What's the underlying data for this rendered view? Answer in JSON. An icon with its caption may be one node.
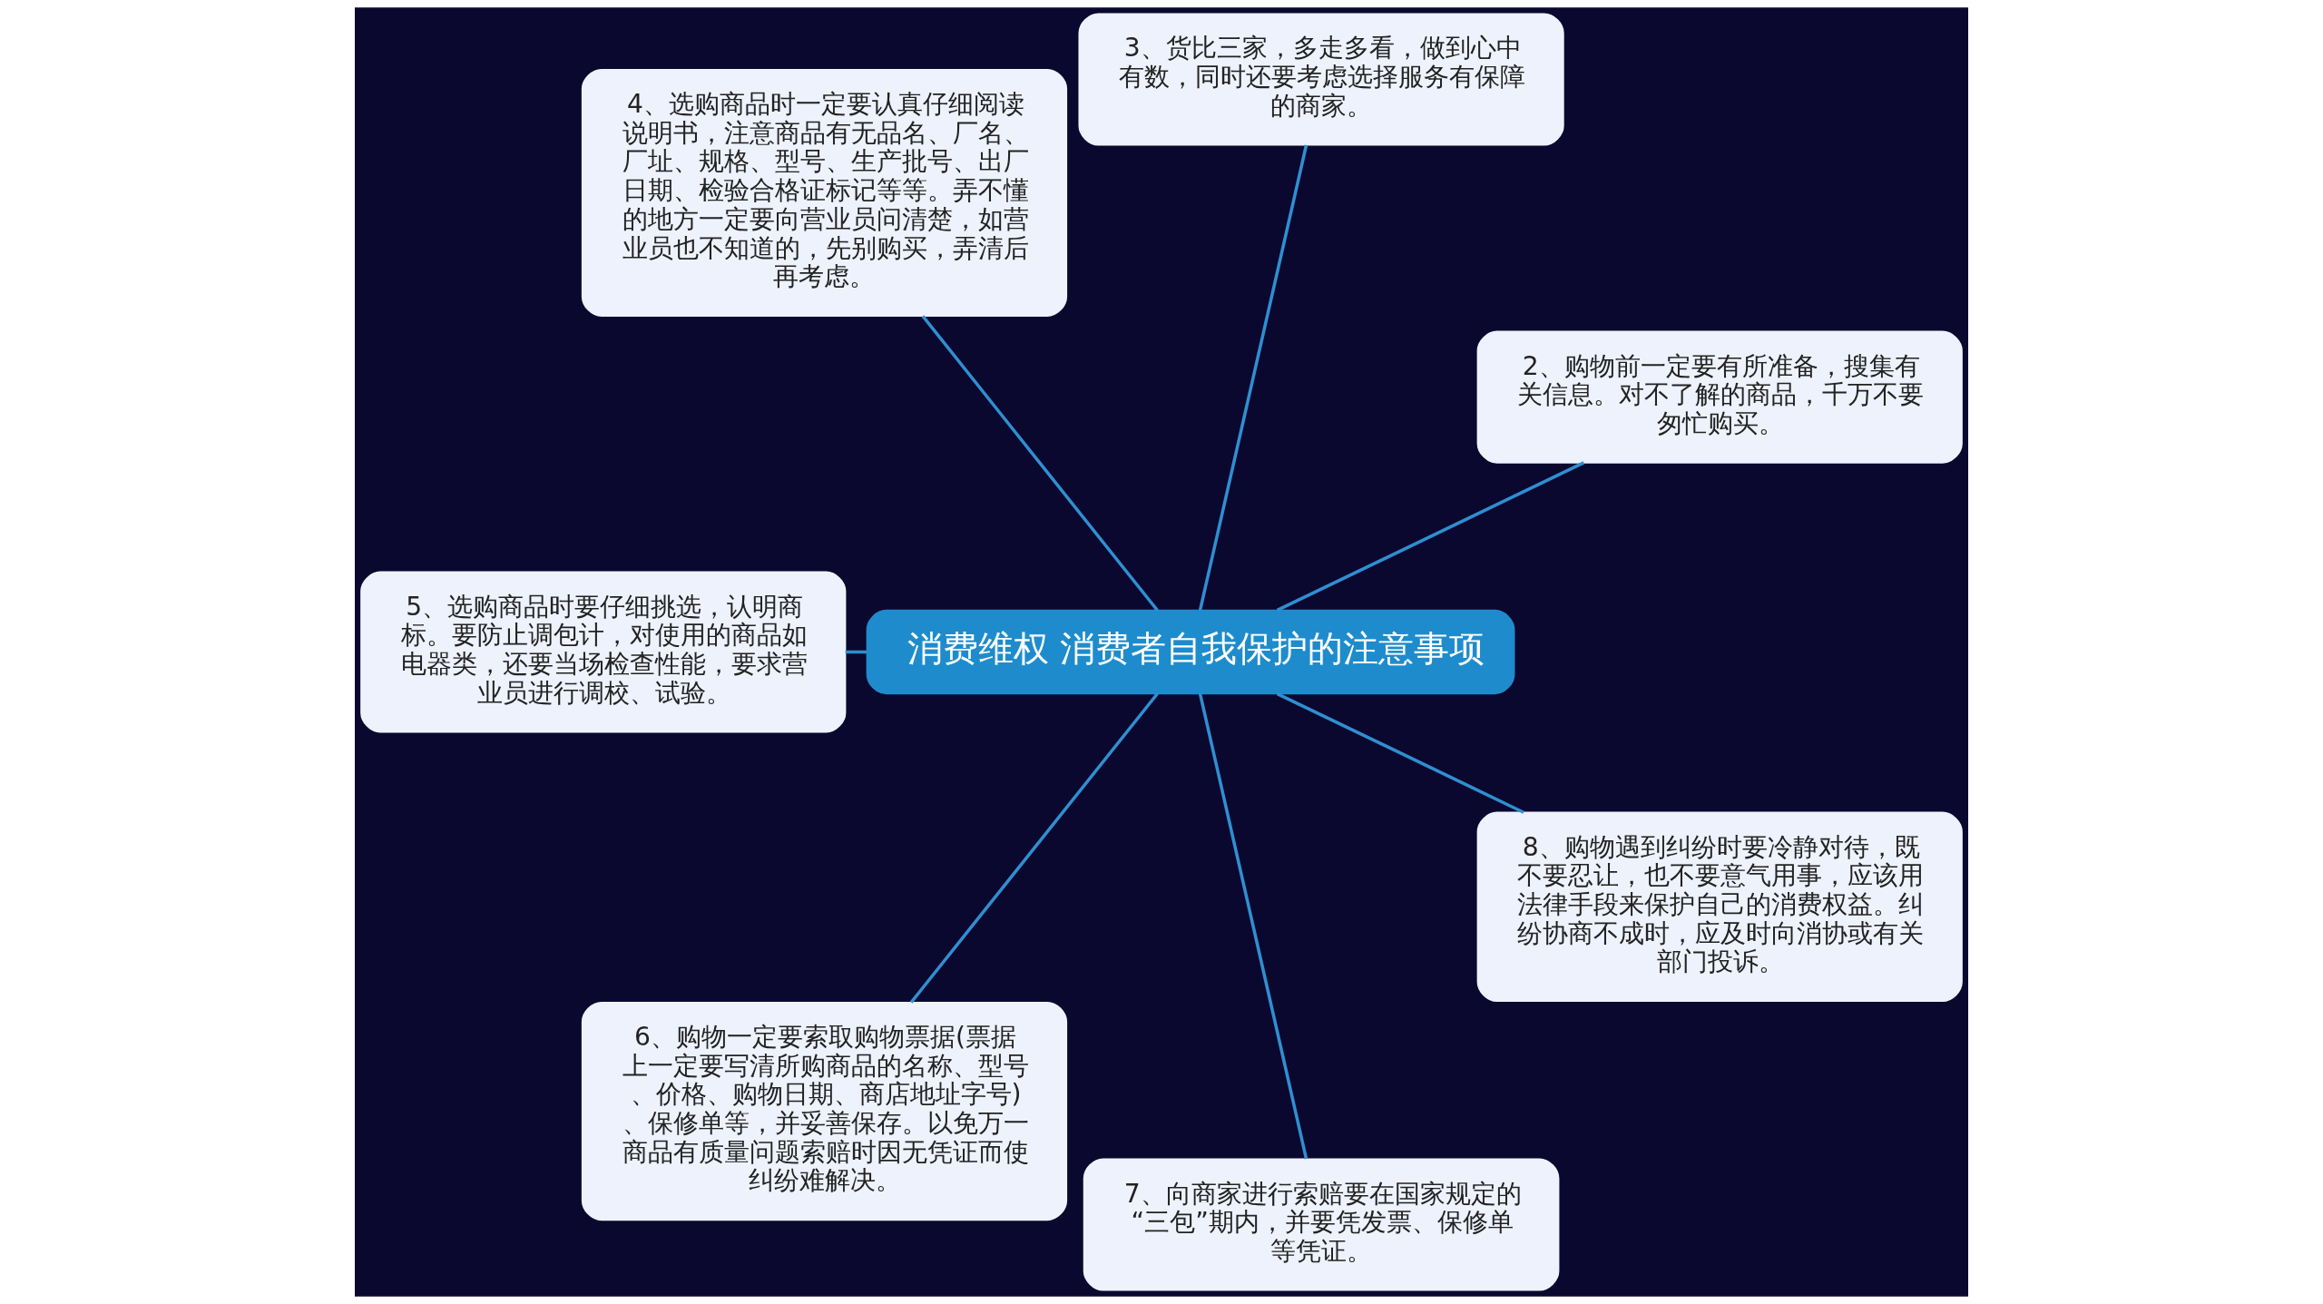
{
  "diagram": {
    "nodes": [
      {
        "text": [
          "消费维权 消费者自我保护的注意事项"
        ]
      },
      {
        "text": [
          "2、购物前一定要有所准备，搜集有关信息。对不了解的商品，千万不要匆忙购买。"
        ]
      },
      {
        "text": [
          "3、货比三家，多走多看，做到心中有数，同时还要考虑选择服务有保障的商家。"
        ]
      },
      {
        "text": [
          "4、选购商品时一定要认真仔细阅读说明书，注意商品有无品名、厂名、厂址、规格、型号、生产批号、出厂日期、检验合格证标记等等。弄不懂的地方一定要向营业员问清楚，如营业员也不知道的，先别购买，弄清后再考虑。"
        ]
      },
      {
        "text": [
          "5、选购商品时要仔细挑选，认明商标。要防止调包计，对使用的商品如电器类，还要当场检查性能，要求营业员进行调校、试验。"
        ]
      },
      {
        "text": [
          "6、购物一定要索取购物票据(票据上一定要写清所购商品的名称、型号、价格、购物日期、商店地址字号)、保修单等，并妥善保存。以免万一商品有质量问题索赔时因无凭证而使纠纷难解决。"
        ]
      },
      {
        "text": [
          "7、向商家进行索赔要在国家规定的“三包”期内，并要凭发票、保修单等凭证。"
        ]
      },
      {
        "text": [
          "8、购物遇到纠纷时要冷静对待，既不要忍让，也不要意气用事，应该用法律手段来保护自己的消费权益。纠纷协商不成时，应及时向消协或有关部门投诉。"
        ]
      }
    ],
    "edges": [
      {
        "from": 0,
        "to": 1,
        "arrow": "none"
      },
      {
        "from": 0,
        "to": 2,
        "arrow": "none"
      },
      {
        "from": 0,
        "to": 3,
        "arrow": "none"
      },
      {
        "from": 0,
        "to": 4,
        "arrow": "none"
      },
      {
        "from": 0,
        "to": 5,
        "arrow": "none"
      },
      {
        "from": 0,
        "to": 6,
        "arrow": "none"
      },
      {
        "from": 0,
        "to": 7,
        "arrow": "none"
      }
    ]
  }
}
